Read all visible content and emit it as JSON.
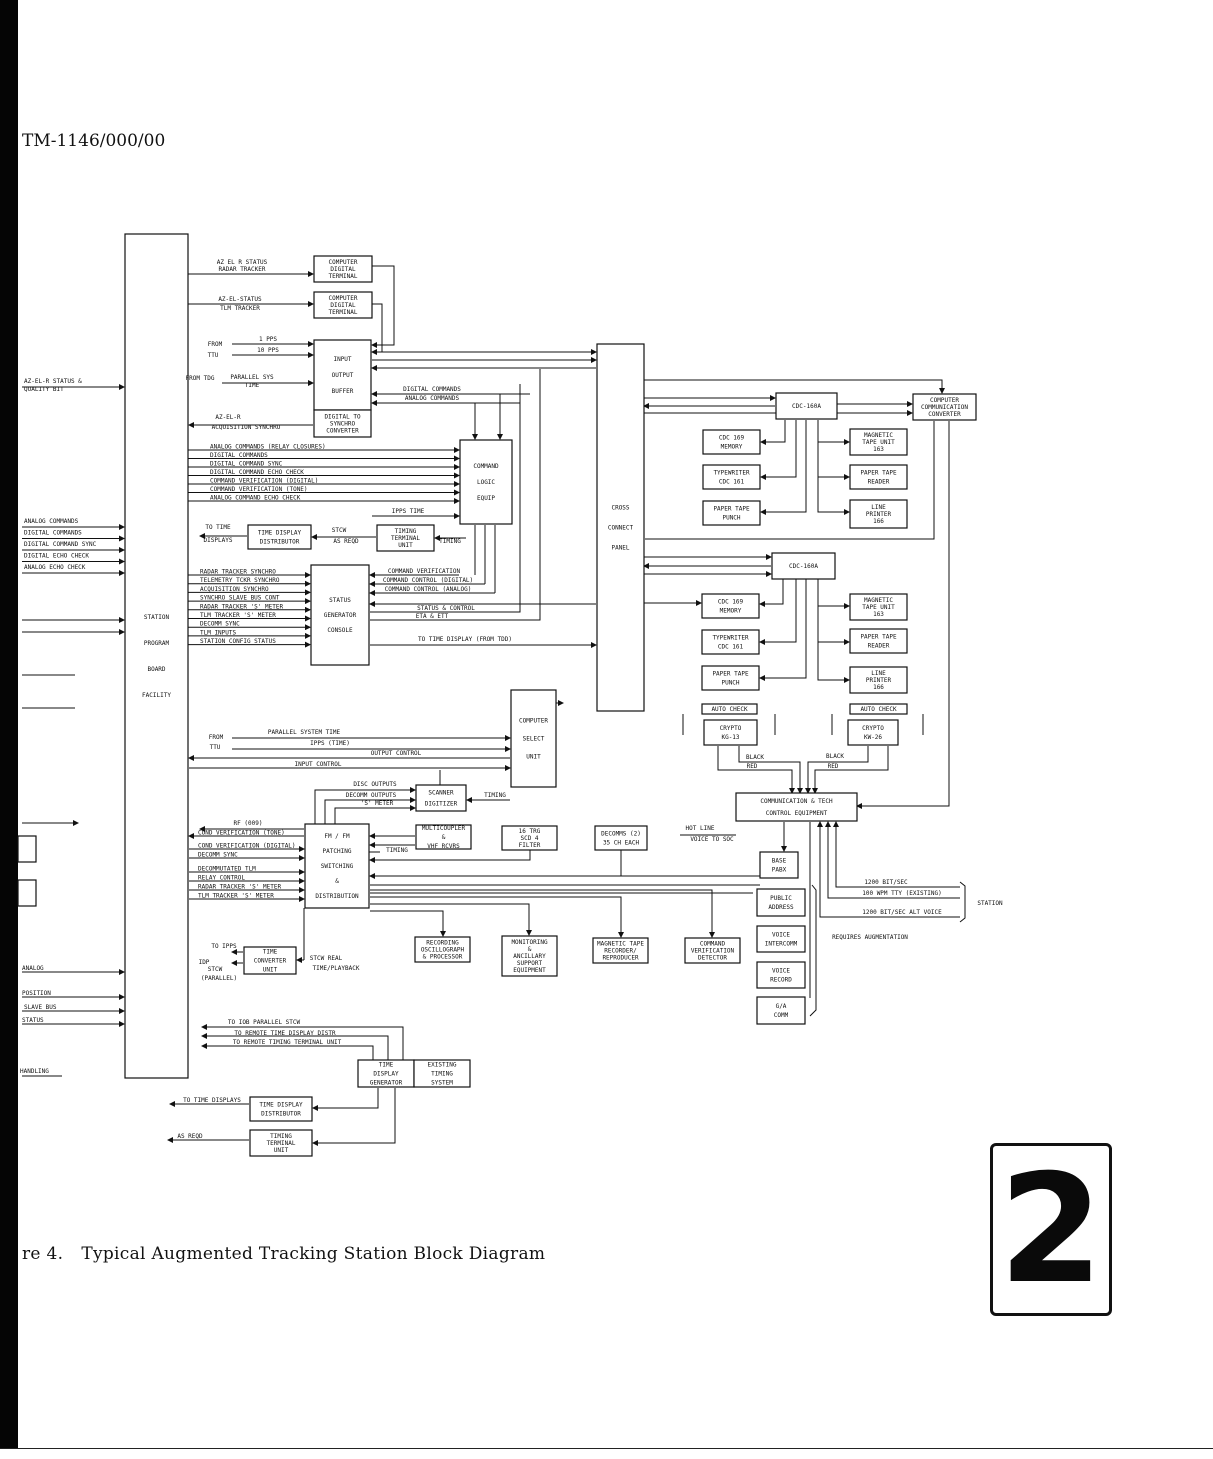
{
  "document": {
    "id": "TM-1146/000/00",
    "figure_prefix": "re 4.",
    "figure_title": "Typical Augmented Tracking Station Block Diagram",
    "page_marker": "2"
  },
  "boxes": {
    "station_program": [
      "STATION",
      "PROGRAM",
      "BOARD",
      "FACILITY"
    ],
    "cdt_radar": [
      "COMPUTER",
      "DIGITAL",
      "TERMINAL"
    ],
    "cdt_tlm": [
      "COMPUTER",
      "DIGITAL",
      "TERMINAL"
    ],
    "iob": [
      "INPUT",
      "OUTPUT",
      "BUFFER"
    ],
    "dsc": [
      "DIGITAL TO",
      "SYNCHRO",
      "CONVERTER"
    ],
    "cle": [
      "COMMAND",
      "LOGIC",
      "EQUIP"
    ],
    "tdd1": [
      "TIME DISPLAY",
      "DISTRIBUTOR"
    ],
    "ttu1": [
      "TIMING",
      "TERMINAL",
      "UNIT"
    ],
    "sgr": [
      "STATUS",
      "GENERATOR",
      "CONSOLE"
    ],
    "ccp": [
      "CROSS",
      "CONNECT",
      "PANEL"
    ],
    "cdc160a_1": [
      "CDC-160A"
    ],
    "ccc": [
      "COMPUTER",
      "COMMUNICATION",
      "CONVERTER"
    ],
    "mem1": [
      "CDC 169",
      "MEMORY"
    ],
    "mtu1": [
      "MAGNETIC",
      "TAPE UNIT",
      "163"
    ],
    "tw1": [
      "TYPEWRITER",
      "CDC 161"
    ],
    "ptr1": [
      "PAPER TAPE",
      "READER"
    ],
    "ptp1": [
      "PAPER TAPE",
      "PUNCH"
    ],
    "lp1": [
      "LINE",
      "PRINTER",
      "166"
    ],
    "cdc160a_2": [
      "CDC-160A"
    ],
    "mem2": [
      "CDC 169",
      "MEMORY"
    ],
    "mtu2": [
      "MAGNETIC",
      "TAPE UNIT",
      "163"
    ],
    "tw2": [
      "TYPEWRITER",
      "CDC 161"
    ],
    "ptr2": [
      "PAPER TAPE",
      "READER"
    ],
    "ptp2": [
      "PAPER TAPE",
      "PUNCH"
    ],
    "lp2": [
      "LINE",
      "PRINTER",
      "166"
    ],
    "ac1": [
      "AUTO CHECK"
    ],
    "ac2": [
      "AUTO CHECK"
    ],
    "kg13": [
      "CRYPTO",
      "KG-13"
    ],
    "kw26": [
      "CRYPTO",
      "KW-26"
    ],
    "csu": [
      "COMPUTER",
      "SELECT",
      "UNIT"
    ],
    "ctce": [
      "COMMUNICATION & TECH",
      "CONTROL EQUIPMENT"
    ],
    "scan": [
      "SCANNER",
      "DIGITIZER"
    ],
    "fmfm": [
      "FM / FM",
      "PATCHING",
      "SWITCHING",
      "&",
      "DISTRIBUTION"
    ],
    "mcoup": [
      "MULTICOUPLER",
      "&",
      "VHF RCVRS"
    ],
    "filt": [
      "16 TRG",
      "SCD 4",
      "FILTER"
    ],
    "decom": [
      "DECOMMS (2)",
      "35 CH EACH"
    ],
    "base": [
      "BASE",
      "PABX"
    ],
    "pa": [
      "PUBLIC",
      "ADDRESS"
    ],
    "vi": [
      "VOICE",
      "INTERCOMM"
    ],
    "vr": [
      "VOICE",
      "RECORD"
    ],
    "ga": [
      "G/A",
      "COMM"
    ],
    "rec": [
      "RECORDING",
      "OSCILLOGRAPH",
      "& PROCESSOR"
    ],
    "mon": [
      "MONITORING",
      "&",
      "ANCILLARY",
      "SUPPORT",
      "EQUIPMENT"
    ],
    "mtr": [
      "MAGNETIC TAPE",
      "RECORDER/",
      "REPRODUCER"
    ],
    "cvd": [
      "COMMAND",
      "VERIFICATION",
      "DETECTOR"
    ],
    "tcu": [
      "TIME",
      "CONVERTER",
      "UNIT"
    ],
    "tdg": [
      "TIME",
      "DISPLAY",
      "GENERATOR"
    ],
    "ets": [
      "EXISTING",
      "TIMING",
      "SYSTEM"
    ],
    "tdd2": [
      "TIME DISPLAY",
      "DISTRIBUTOR"
    ],
    "ttu2": [
      "TIMING",
      "TERMINAL",
      "UNIT"
    ]
  },
  "signals": {
    "az_el_r_status": "AZ EL R STATUS",
    "radar_tracker": "RADAR TRACKER",
    "az_el_status": "AZ-EL-STATUS",
    "tlm_tracker": "TLM TRACKER",
    "from": "FROM",
    "ttu": "TTU",
    "one_pps": "1 PPS",
    "ten_pps": "10 PPS",
    "from_tdg": "FROM TDG",
    "parallel_sts": "PARALLEL SYS",
    "time": "TIME",
    "az_el_r": "AZ-EL-R",
    "acq_synchro": "ACQUISITION SYNCHRO",
    "dig_cmds": "DIGITAL COMMANDS",
    "ana_cmds": "ANALOG COMMANDS",
    "cmd_list": [
      "ANALOG COMMANDS (RELAY CLOSURES)",
      "DIGITAL COMMANDS",
      "DIGITAL COMMAND SYNC",
      "DIGITAL COMMAND ECHO CHECK",
      "COMMAND VERIFICATION (DIGITAL)",
      "COMMAND VERIFICATION (TONE)",
      "ANALOG COMMAND ECHO CHECK"
    ],
    "ipps_time": "IPPS TIME",
    "to_time_displays": [
      "TO TIME",
      "DISPLAYS"
    ],
    "stcw": "STCW",
    "as_reqd": "AS REQD",
    "timing": "TIMING",
    "status_list": [
      "RADAR TRACKER SYNCHRO",
      "TELEMETRY TCKR SYNCHRO",
      "ACQUISITION SYNCHRO",
      "SYNCHRO SLAVE BUS CONT",
      "RADAR TRACKER 'S' METER",
      "TLM TRACKER 'S' METER",
      "DECOMM SYNC",
      "TLM INPUTS",
      "STATION CONFIG STATUS"
    ],
    "cmd_verif": "COMMAND VERIFICATION",
    "cmd_ctrl_dig": "COMMAND CONTROL (DIGITAL)",
    "cmd_ctrl_ana": "COMMAND CONTROL (ANALOG)",
    "status_control": "STATUS & CONTROL",
    "eta_ett": "ETA & ETT",
    "to_time_display_tdd": "TO TIME DISPLAY (FROM TDD)",
    "left_inputs": [
      "AZ-EL-R STATUS &",
      "QUALITY BIT",
      "ANALOG COMMANDS",
      "DIGITAL COMMANDS",
      "DIGITAL COMMAND SYNC",
      "DIGITAL ECHO CHECK",
      "ANALOG ECHO CHECK"
    ],
    "parallel_system_time": "PARALLEL SYSTEM TIME",
    "ipps_time2": "IPPS (TIME)",
    "output_control": "OUTPUT CONTROL",
    "input_control": "INPUT CONTROL",
    "disc_outputs": "DISC OUTPUTS",
    "decomm_outputs": "DECOMM OUTPUTS",
    "s_meter": "'S' METER",
    "rf_009": "RF (009)",
    "fm_left_list": [
      "COND VERIFICATION (TONE)",
      "COND VERIFICATION (DIGITAL)",
      "DECOMM SYNC",
      "DECOMMUTATED TLM",
      "RELAY CONTROL",
      "RADAR TRACKER 'S' METER",
      "TLM TRACKER 'S' METER"
    ],
    "hot_line": "HOT LINE",
    "voice_to_soc": "VOICE TO SOC",
    "black": "BLACK",
    "red": "RED",
    "bit1200": "1200 BIT/SEC",
    "wpm100": "100 WPM TTY (EXISTING)",
    "bit1200alt": "1200 BIT/SEC ALT VOICE",
    "station": "STATION",
    "requires_aug": "REQUIRES AUGMENTATION",
    "to_ipps": "TO IPPS",
    "tdp": "IDP",
    "stcw2": "STCW",
    "parallel": "(PARALLEL)",
    "stcw_real": "STCW REAL",
    "time_playback": "TIME/PLAYBACK",
    "to_iob_par": "TO IOB PARALLEL STCW",
    "to_remote_tdd": "TO REMOTE TIME DISPLAY DISTR",
    "to_remote_ttu": "TO REMOTE TIMING TERMINAL UNIT",
    "to_time_displays2": "TO TIME DISPLAYS",
    "as_reqd2": "AS REQD",
    "left_edge": [
      "ANALOG",
      "POSITION",
      "SLAVE BUS",
      "STATUS",
      "HANDLING"
    ]
  }
}
